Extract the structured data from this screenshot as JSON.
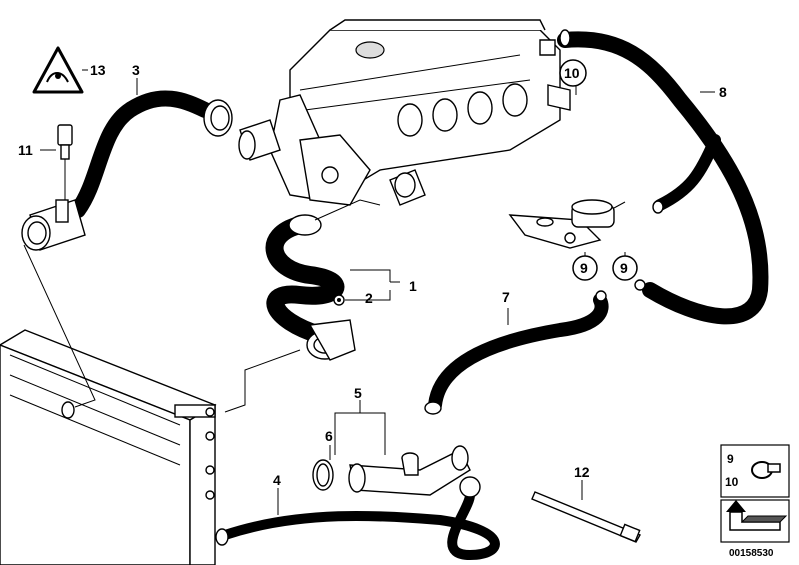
{
  "callouts": {
    "p1": "1",
    "p2": "2",
    "p3": "3",
    "p4": "4",
    "p5": "5",
    "p6": "6",
    "p7": "7",
    "p8": "8",
    "p9a": "9",
    "p9b": "9",
    "p10": "10",
    "p11": "11",
    "p12": "12",
    "p13": "13"
  },
  "legend": {
    "top_num_a": "9",
    "top_num_b": "10"
  },
  "diagram_id": "00158530",
  "colors": {
    "ink": "#000000",
    "paper": "#ffffff",
    "shade": "#dddddd"
  }
}
